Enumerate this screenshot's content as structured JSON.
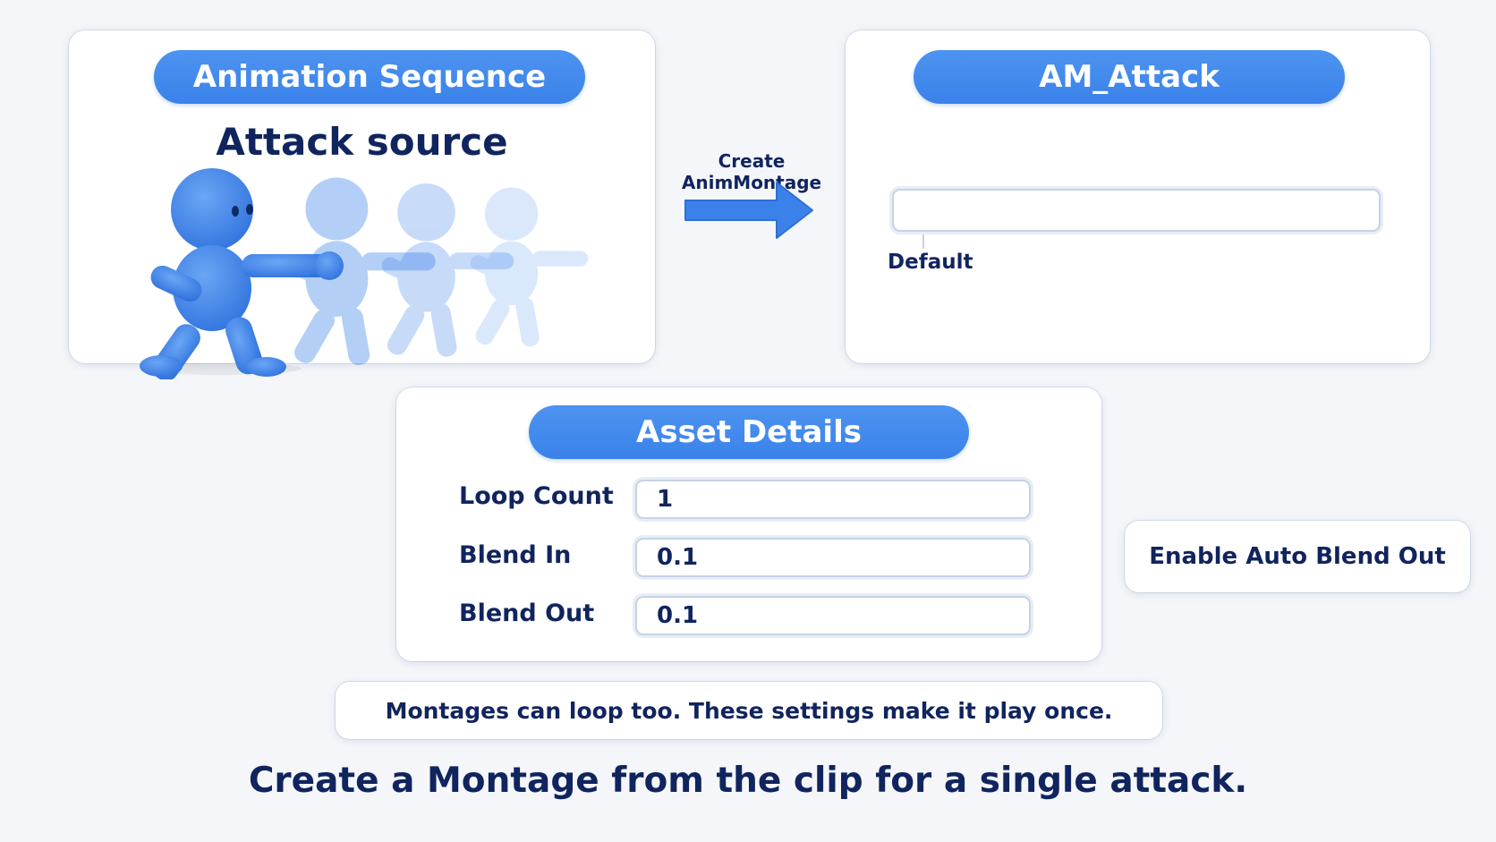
{
  "source_card": {
    "header": "Animation Sequence",
    "subtitle": "Attack source"
  },
  "arrow": {
    "label": "Create AnimMontage"
  },
  "montage_card": {
    "header": "AM_Attack",
    "slot_label": "Default"
  },
  "details_card": {
    "header": "Asset Details",
    "rows": [
      {
        "label": "Loop Count",
        "value": "1"
      },
      {
        "label": "Blend In",
        "value": "0.1"
      },
      {
        "label": "Blend Out",
        "value": "0.1"
      }
    ]
  },
  "auto_blend": {
    "label": "Enable Auto Blend Out"
  },
  "note": {
    "text": "Montages can loop too. These settings make it play once."
  },
  "caption": "Create a Montage from the clip for a single attack.",
  "colors": {
    "accent": "#3a82ea",
    "text": "#10245e",
    "background": "#f4f6fa"
  }
}
